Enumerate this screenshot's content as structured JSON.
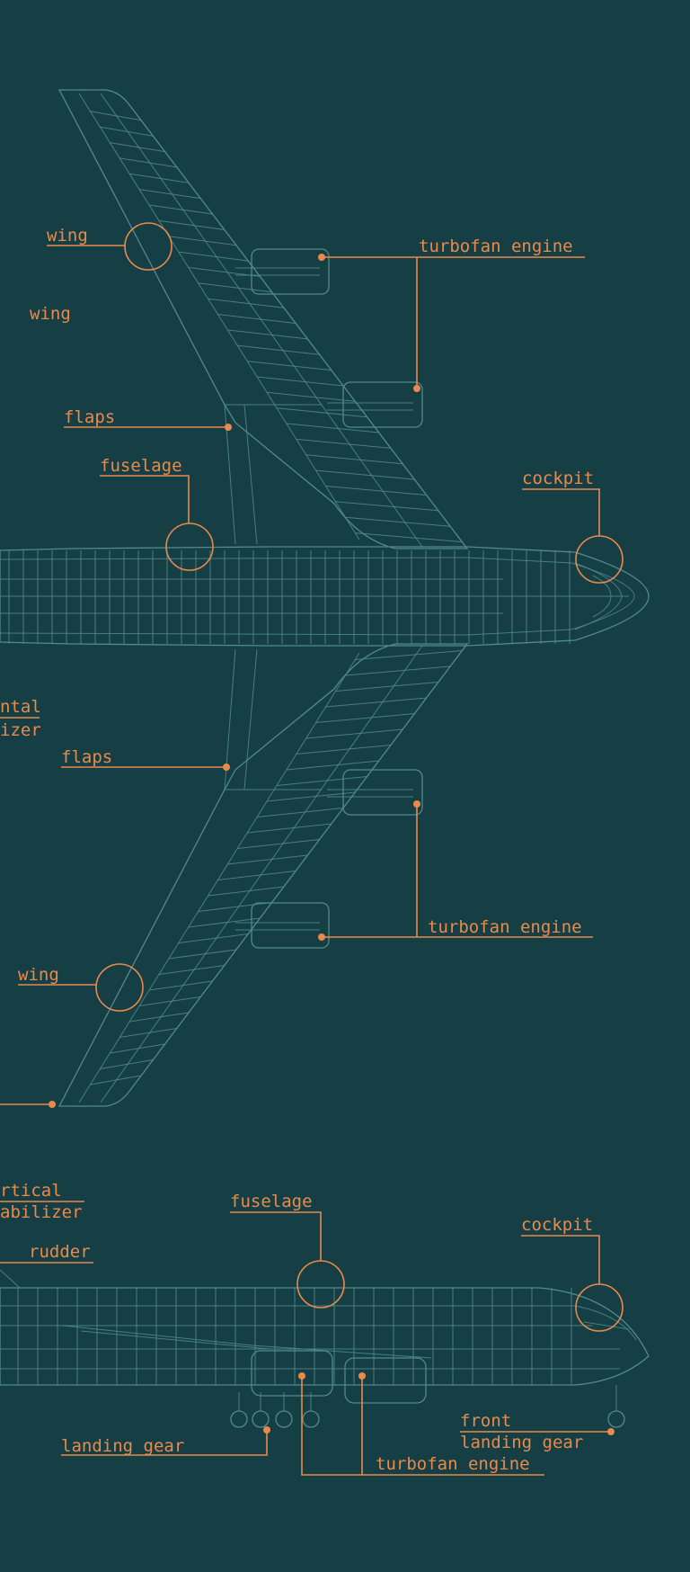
{
  "colors": {
    "background": "#153f44",
    "label": "#e98a4c",
    "outline": "#4f8b8f"
  },
  "top_view": {
    "labels": {
      "wing_top": "wing",
      "wing_plain": "wing",
      "turbofan_top": "turbofan engine",
      "flaps_top": "flaps",
      "fuselage": "fuselage",
      "cockpit": "cockpit",
      "horizontal_stabilizer_line1": "ntal",
      "horizontal_stabilizer_line2": "izer",
      "flaps_bottom": "flaps",
      "turbofan_bottom": "turbofan engine",
      "wing_bottom": "wing"
    }
  },
  "side_view": {
    "labels": {
      "vertical_stabilizer_line1": "rtical",
      "vertical_stabilizer_line2": "abilizer",
      "rudder": "rudder",
      "fuselage": "fuselage",
      "cockpit": "cockpit",
      "front_gear_line1": "front",
      "front_gear_line2": "landing gear",
      "landing_gear": "landing gear",
      "turbofan": "turbofan engine"
    }
  }
}
